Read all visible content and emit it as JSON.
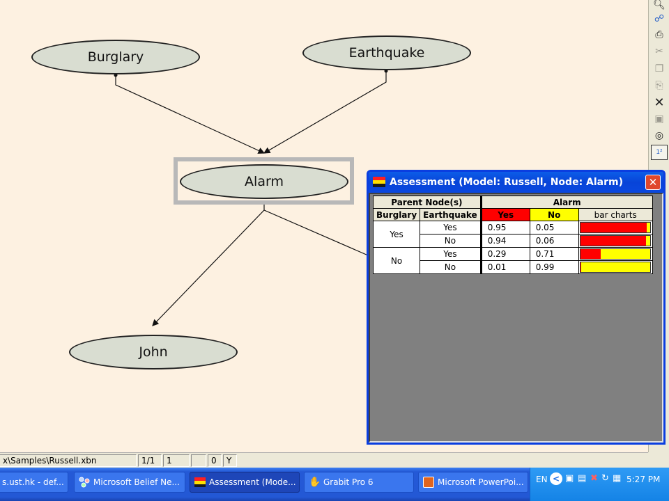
{
  "graph": {
    "nodes": {
      "burglary": "Burglary",
      "earthquake": "Earthquake",
      "alarm": "Alarm",
      "john": "John"
    }
  },
  "assessment": {
    "title": "Assessment (Model: Russell,  Node: Alarm)",
    "parent_nodes_header": "Parent Node(s)",
    "node_header": "Alarm",
    "parent_cols": [
      "Burglary",
      "Earthquake"
    ],
    "state_yes": "Yes",
    "state_no": "No",
    "bar_charts_header": "bar charts",
    "colors": {
      "yes": "#ff0000",
      "no": "#ffff00"
    },
    "rows": [
      {
        "burglary": "Yes",
        "earthquake": "Yes",
        "p_yes": "0.95",
        "p_no": "0.05"
      },
      {
        "burglary": "",
        "earthquake": "No",
        "p_yes": "0.94",
        "p_no": "0.06"
      },
      {
        "burglary": "No",
        "earthquake": "Yes",
        "p_yes": "0.29",
        "p_no": "0.71"
      },
      {
        "burglary": "",
        "earthquake": "No",
        "p_yes": "0.01",
        "p_no": "0.99"
      }
    ]
  },
  "statusbar": {
    "path": "x\\Samples\\Russell.xbn",
    "page": "1/1",
    "field2": "1",
    "field3": "",
    "field4": "0",
    "field5": "Y"
  },
  "taskbar": {
    "tasks": [
      "s.ust.hk - def...",
      "Microsoft Belief Ne...",
      "Assessment (Mode...",
      "Grabit Pro 6",
      "Microsoft PowerPoi..."
    ],
    "lang": "EN",
    "clock": "5:27 PM"
  },
  "toolbar_icons": [
    "zoom-icon",
    "hierarchy-icon",
    "print-icon",
    "cut-icon",
    "copy-icon",
    "paste-icon",
    "delete-icon",
    "save-icon",
    "find-icon",
    "numbers-icon"
  ]
}
